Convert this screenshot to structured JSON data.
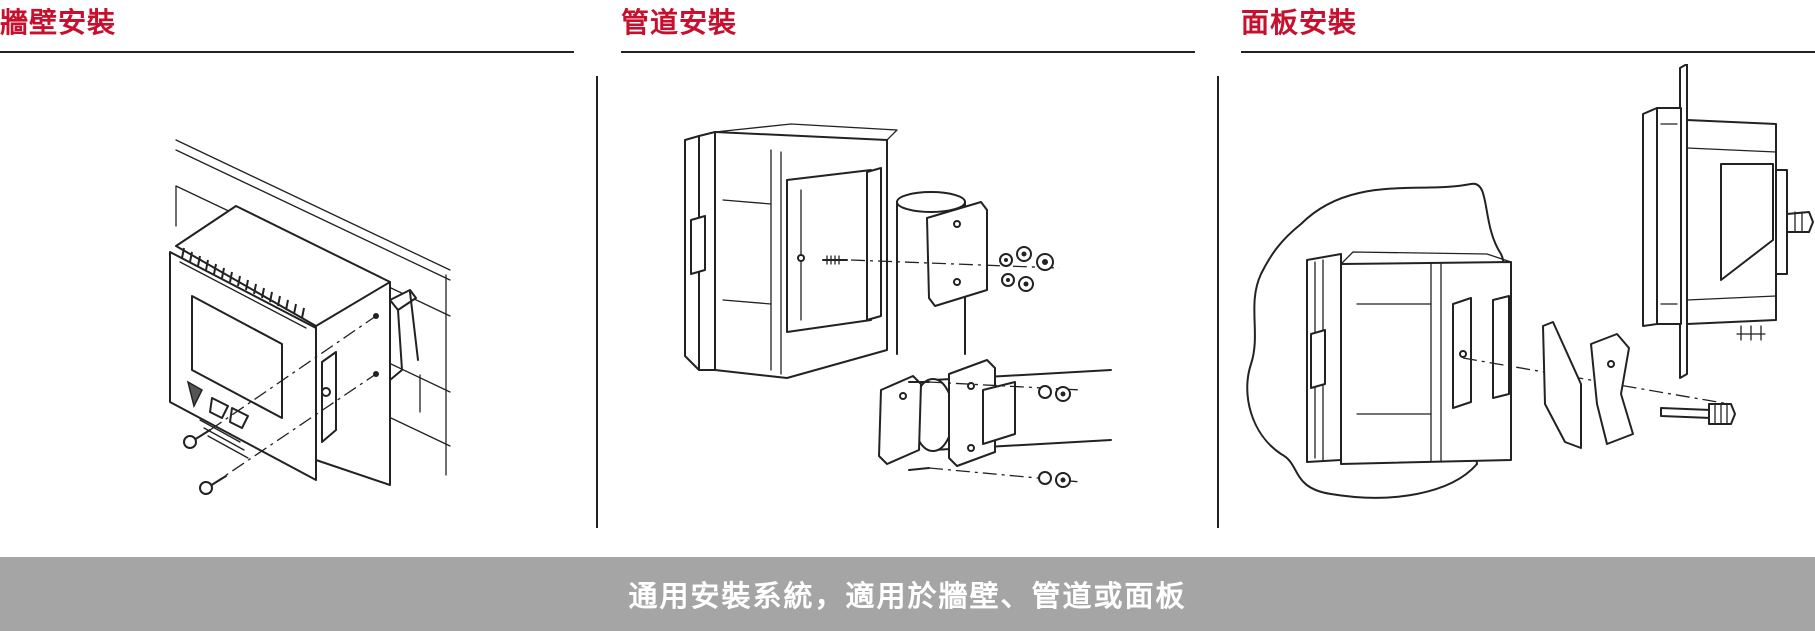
{
  "sections": [
    {
      "title": "牆壁安裝",
      "icon": "wall-mount-illustration"
    },
    {
      "title": "管道安裝",
      "icon": "pipe-mount-illustration"
    },
    {
      "title": "面板安裝",
      "icon": "panel-mount-illustration"
    }
  ],
  "footer": {
    "caption": "通用安裝系統，適用於牆壁、管道或面板"
  },
  "colors": {
    "title": "#c8102e",
    "rule": "#222222",
    "footer_bg": "#a5a5a5",
    "footer_text": "#ffffff"
  }
}
